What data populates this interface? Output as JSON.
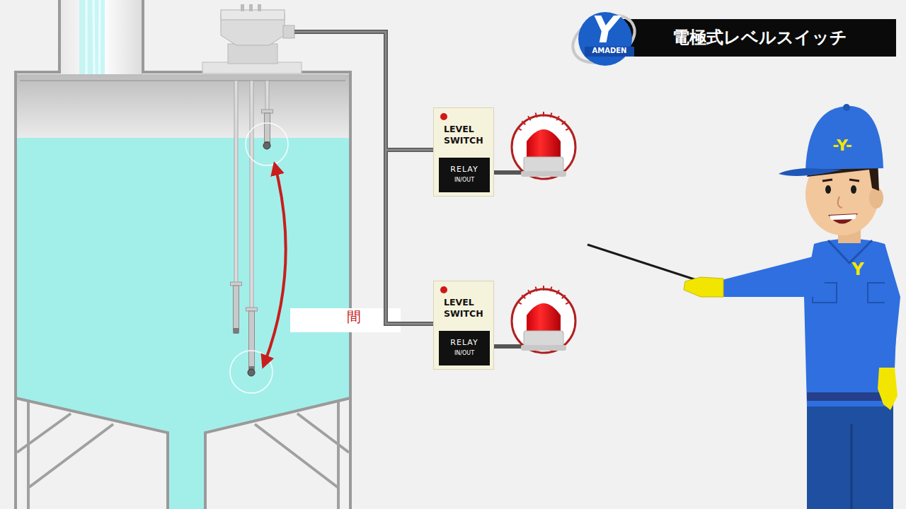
{
  "diagram": {
    "title": "電極式レベルスイッチ",
    "nodes": [
      {
        "text": [
          "LEVEL SWITCH"
        ]
      },
      {
        "text": [
          "RELAY",
          "IN/OUT"
        ],
        "in": 0
      },
      {
        "text": [
          "LEVEL SWITCH"
        ]
      },
      {
        "text": [
          "RELAY",
          "IN/OUT"
        ],
        "in": 2
      }
    ],
    "labels": [
      "Y",
      "AMADEN",
      "間",
      "-Y-",
      "Y"
    ]
  }
}
